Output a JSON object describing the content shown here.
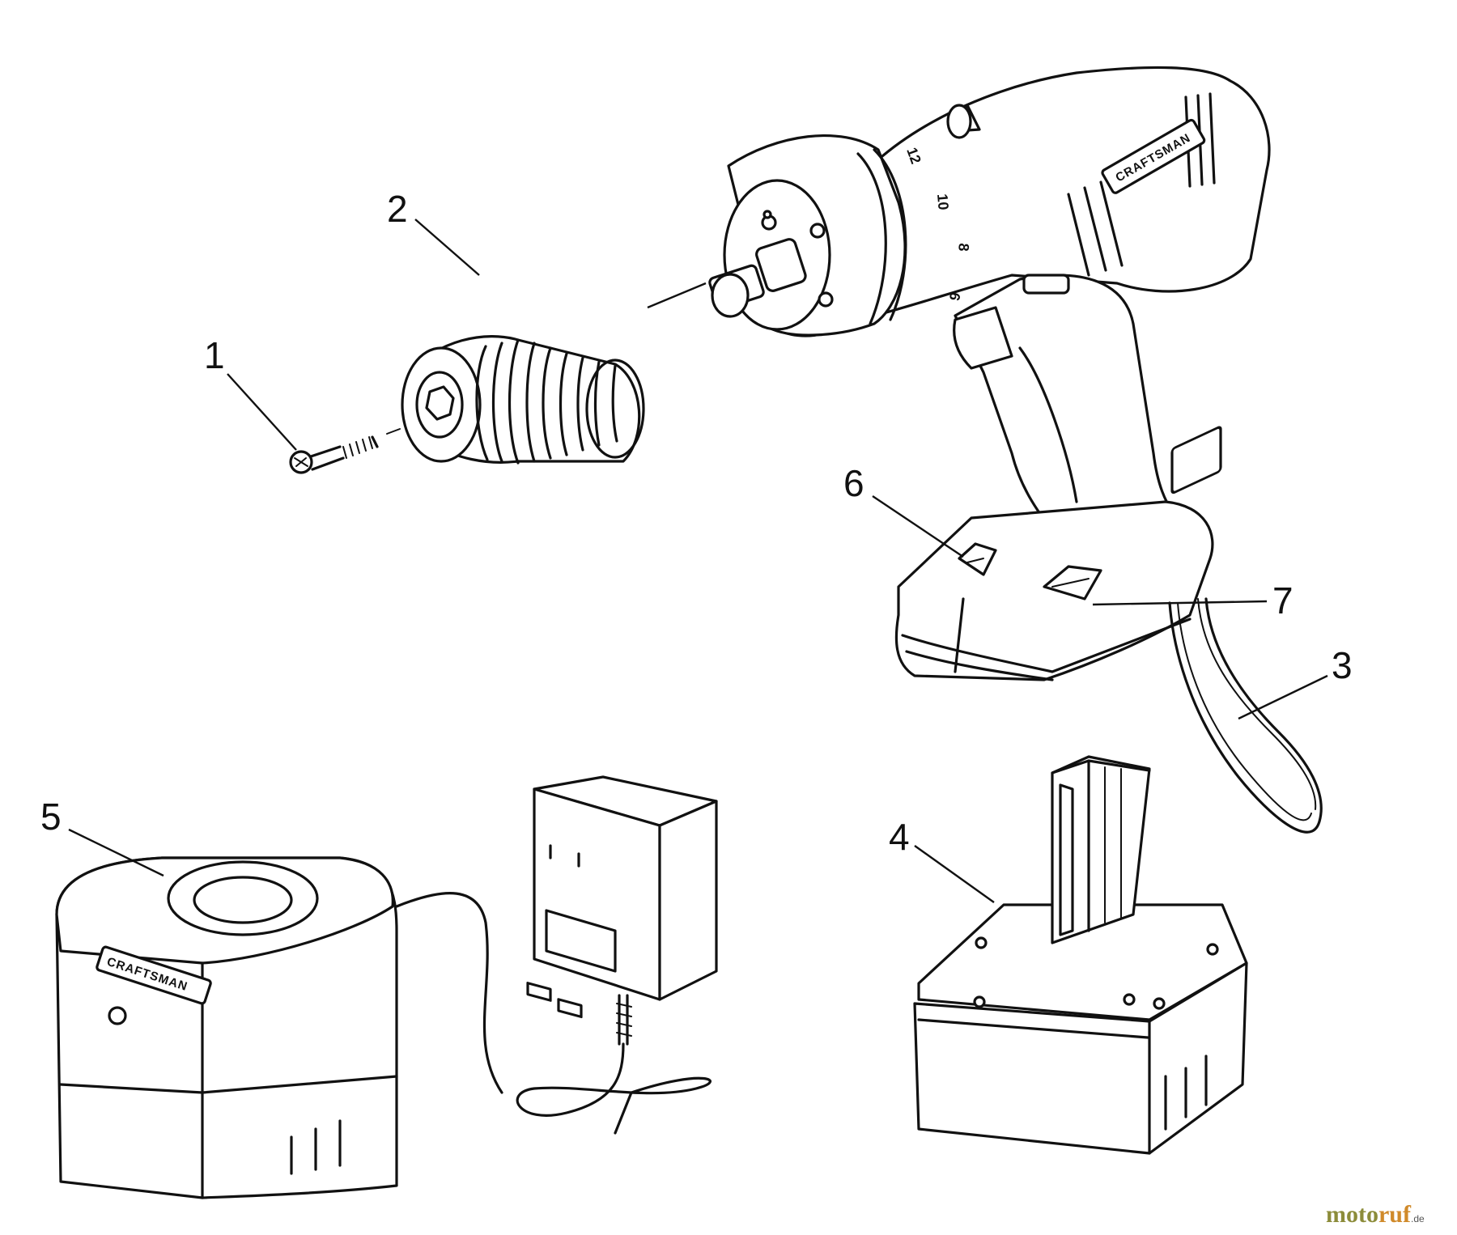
{
  "diagram": {
    "callouts": [
      {
        "id": "1"
      },
      {
        "id": "2"
      },
      {
        "id": "3"
      },
      {
        "id": "4"
      },
      {
        "id": "5"
      },
      {
        "id": "6"
      },
      {
        "id": "7"
      }
    ],
    "brand_labels": {
      "drill": "CRAFTSMAN",
      "charger": "CRAFTSMAN"
    },
    "torque_dial": [
      "12",
      "10",
      "8",
      "6"
    ],
    "watermark": {
      "part1": "moto",
      "part2": "ruf",
      "suffix": ".de"
    }
  }
}
